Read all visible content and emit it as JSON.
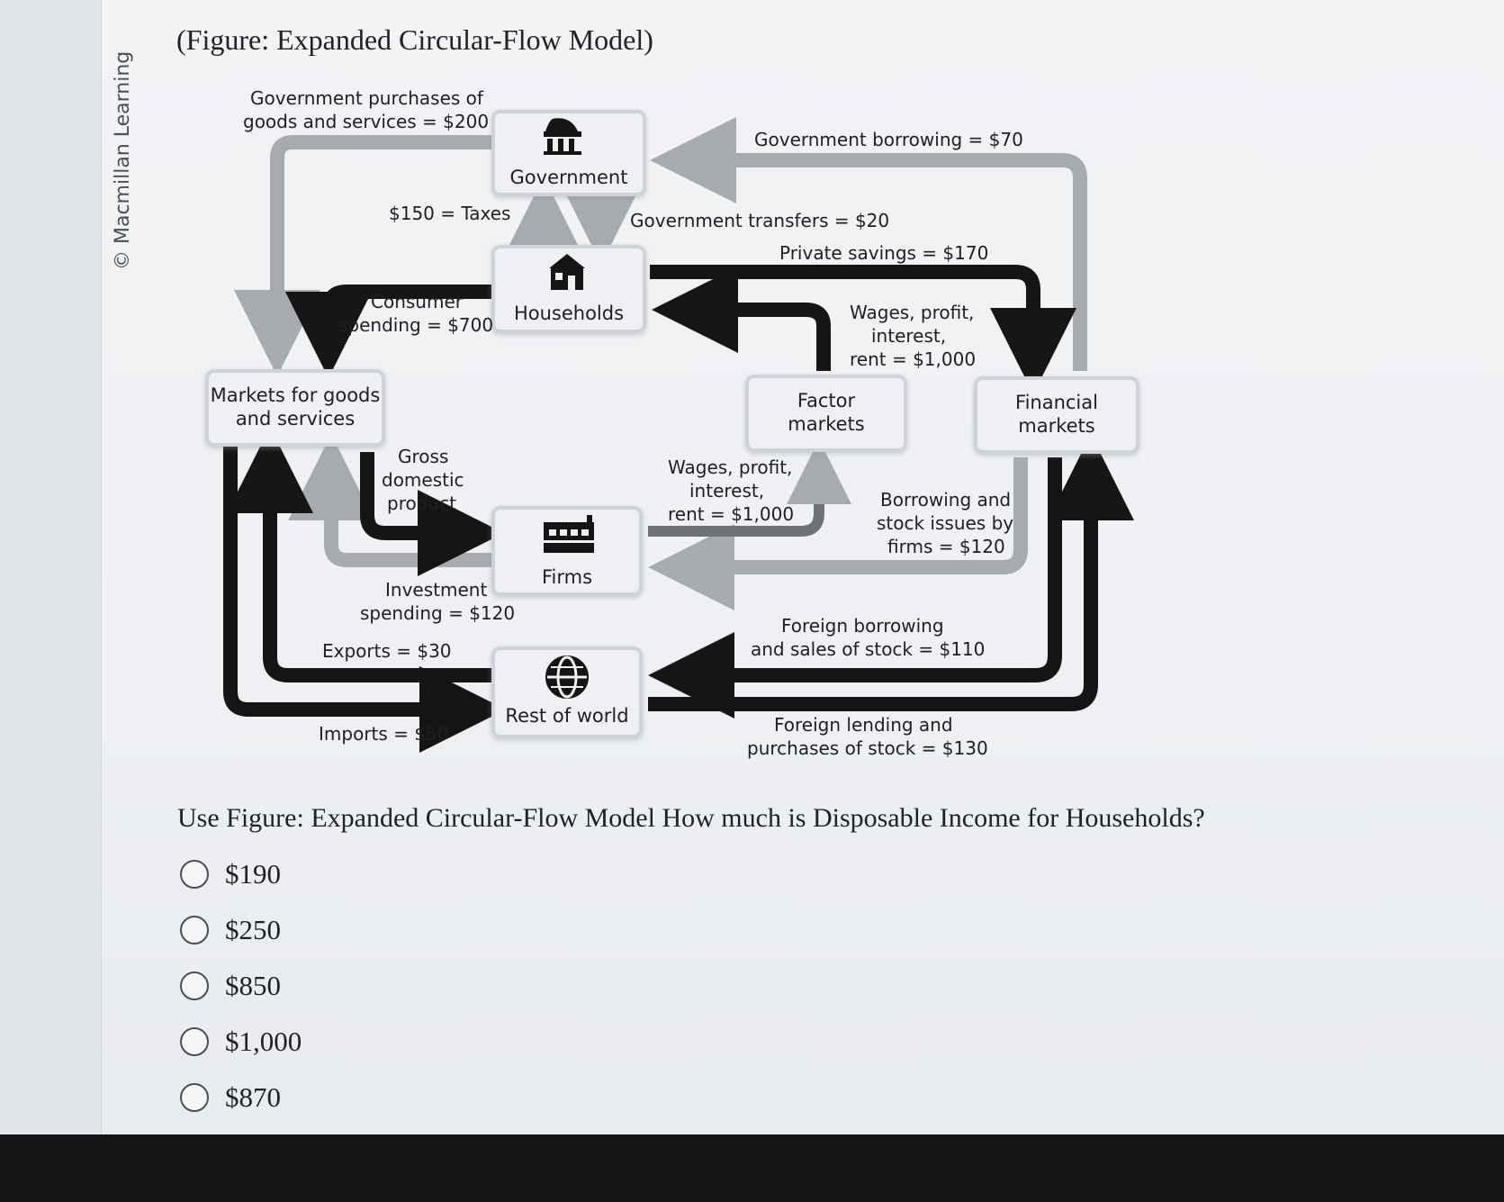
{
  "credit": "© Macmillan Learning",
  "figure_title": "(Figure: Expanded Circular-Flow Model)",
  "diagram": {
    "nodes": {
      "government": "Government",
      "households": "Households",
      "markets": [
        "Markets for goods",
        "and services"
      ],
      "factor": [
        "Factor",
        "markets"
      ],
      "financial": [
        "Financial",
        "markets"
      ],
      "firms": "Firms",
      "rest_of_world": "Rest of world"
    },
    "flows": {
      "gov_purchases": [
        "Government purchases of",
        "goods and services = $200"
      ],
      "gov_borrowing": "Government borrowing = $70",
      "taxes": "$150 = Taxes",
      "gov_transfers": "Government transfers = $20",
      "private_savings": "Private savings = $170",
      "consumer_spending": [
        "Consumer",
        "spending = $700"
      ],
      "wages_top": [
        "Wages, profit,",
        "interest,",
        "rent = $1,000"
      ],
      "gdp": [
        "Gross",
        "domestic",
        "product"
      ],
      "wages_bottom": [
        "Wages, profit,",
        "interest,",
        "rent = $1,000"
      ],
      "borrowing_firms": [
        "Borrowing and",
        "stock issues by",
        "firms = $120"
      ],
      "investment": [
        "Investment",
        "spending = $120"
      ],
      "exports": "Exports = $30",
      "foreign_borrowing": [
        "Foreign borrowing",
        "and sales of stock = $110"
      ],
      "imports": "Imports = $50",
      "foreign_lending": [
        "Foreign lending and",
        "purchases of stock = $130"
      ]
    }
  },
  "question": "Use Figure: Expanded Circular-Flow Model How much is Disposable Income for Households?",
  "options": [
    "$190",
    "$250",
    "$850",
    "$1,000",
    "$870"
  ]
}
